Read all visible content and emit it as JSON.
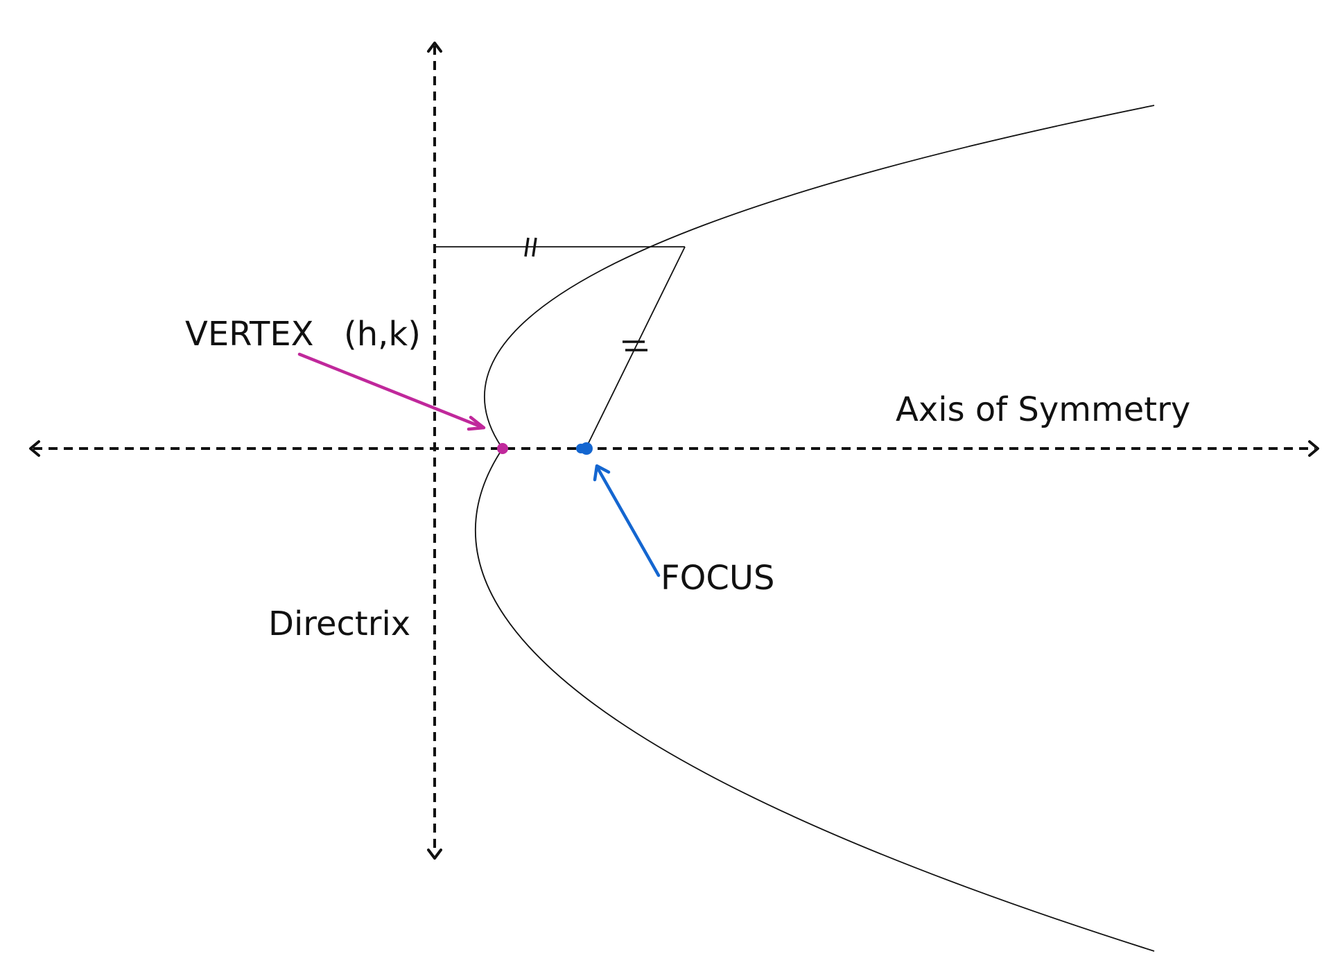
{
  "labels": {
    "vertex": "VERTEX",
    "vertex_coords": "(h,k)",
    "focus": "FOCUS",
    "axis_of_symmetry": "Axis of Symmetry",
    "directrix": "Directrix"
  },
  "colors": {
    "vertex": "#C0289B",
    "focus": "#1466D0",
    "lines": "#111111",
    "background": "#FFFFFF"
  }
}
